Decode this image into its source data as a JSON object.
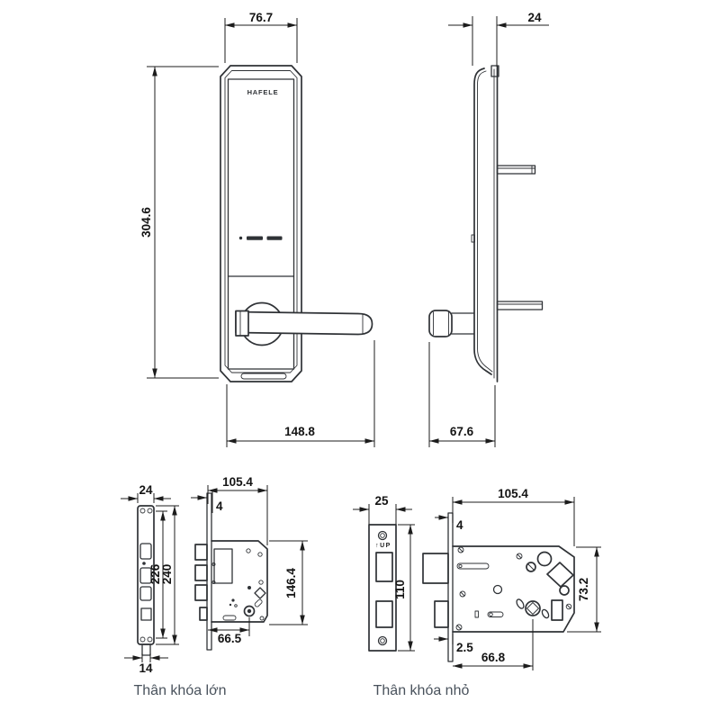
{
  "brand": "HAFELE",
  "views": {
    "front": {
      "dim_width_top": "76.7",
      "dim_height": "304.6",
      "dim_width_total": "148.8"
    },
    "side": {
      "dim_depth": "24",
      "dim_handle_depth": "67.6"
    },
    "large_body": {
      "label": "Thân khóa lớn",
      "dim_faceplate_width": "24",
      "dim_hole_span": "226",
      "dim_faceplate_height": "240",
      "dim_tab_width": "14",
      "dim_body_width": "105.4",
      "dim_plate_offset": "4",
      "dim_body_height": "146.4",
      "dim_backset": "66.5"
    },
    "small_body": {
      "label": "Thân khóa nhỏ",
      "up_marker": "↑UP",
      "dim_faceplate_width": "25",
      "dim_faceplate_height": "110",
      "dim_body_width": "105.4",
      "dim_plate_offset": "4",
      "dim_body_height": "73.2",
      "dim_plate_offset_bottom": "2.5",
      "dim_backset": "66.8"
    }
  },
  "colors": {
    "line": "#2f3236",
    "dim_text": "#141414",
    "label_text": "#49525c",
    "background": "#ffffff"
  }
}
